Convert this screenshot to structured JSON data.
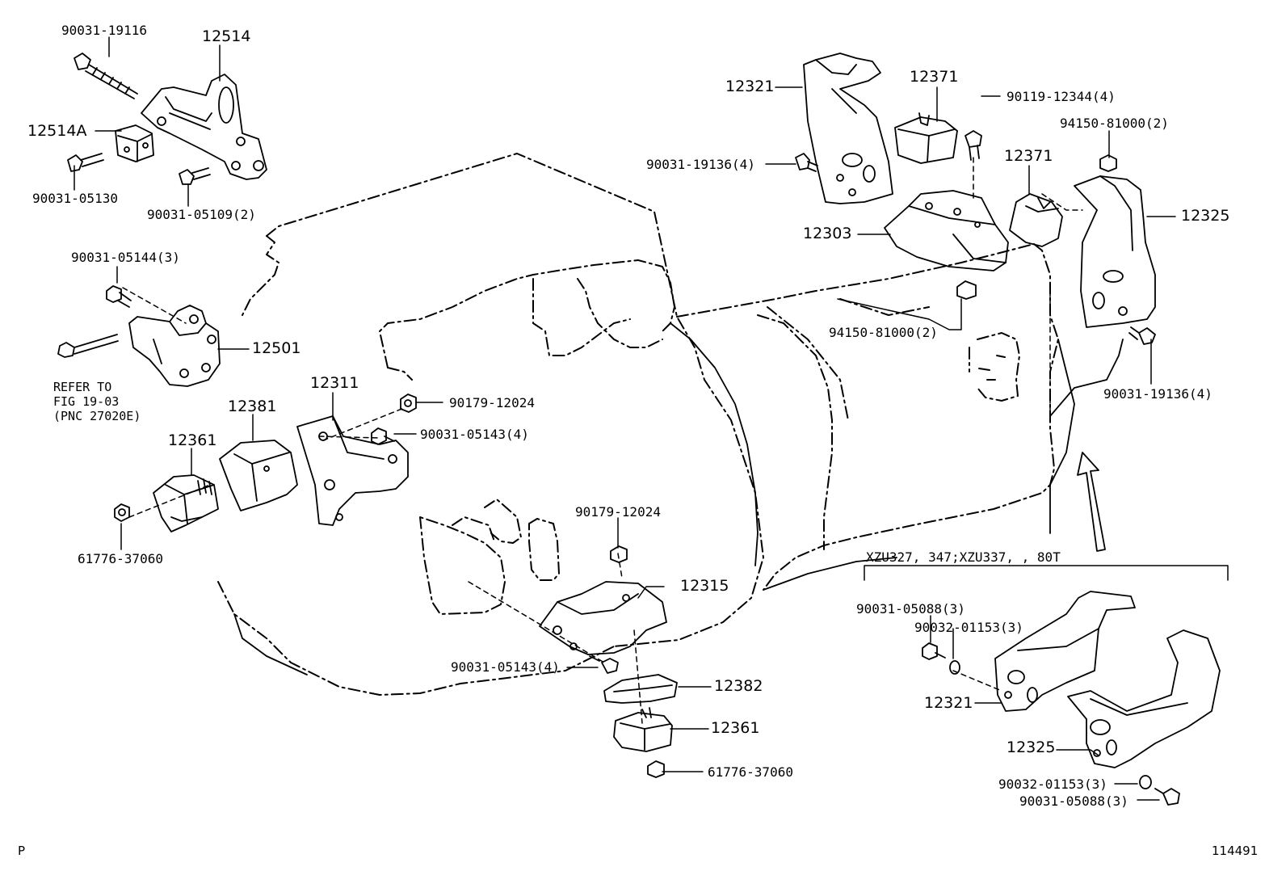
{
  "figure_number": "114491",
  "corner_mark": "P",
  "variant_caption": "XZU327, 347;XZU337, , 80T",
  "refer_note": [
    "REFER TO",
    "FIG 19-03",
    "(PNC 27020E)"
  ],
  "callouts": {
    "c1": "90031-19116",
    "c2": "12514",
    "c3": "12514A",
    "c4": "90031-05130",
    "c5": "90031-05109(2)",
    "c6": "90031-05144(3)",
    "c7": "12501",
    "c8": "12381",
    "c9": "12311",
    "c10": "12361",
    "c11": "90179-12024",
    "c12": "90031-05143(4)",
    "c13": "61776-37060",
    "c14": "12321",
    "c15": "12371",
    "c16": "90119-12344(4)",
    "c17": "94150-81000(2)",
    "c18": "90031-19136(4)",
    "c19": "12371",
    "c20": "12303",
    "c21": "12325",
    "c22": "94150-81000(2)",
    "c23": "90031-19136(4)",
    "c24": "90179-12024",
    "c25": "12315",
    "c26": "90031-05143(4)",
    "c27": "12382",
    "c28": "12361",
    "c29": "61776-37060",
    "c30": "90031-05088(3)",
    "c31": "90032-01153(3)",
    "c32": "12321",
    "c33": "12325",
    "c34": "90032-01153(3)",
    "c35": "90031-05088(3)"
  }
}
